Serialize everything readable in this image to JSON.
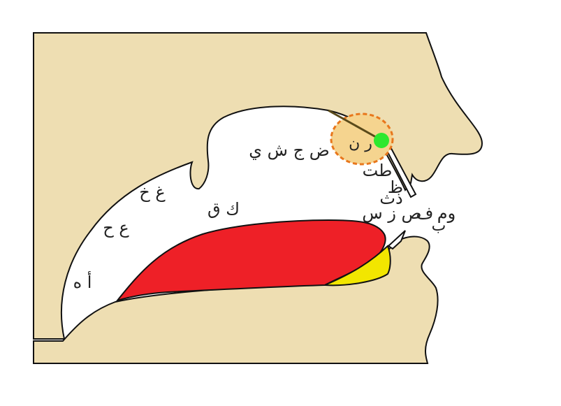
{
  "colors": {
    "skin": "#EEDEB2",
    "tongue": "#EE2027",
    "lip_yellow": "#F2E600",
    "highlight_fill": "#F5D48F",
    "highlight_stroke": "#E8771C",
    "point": "#2EE82E",
    "outline": "#111111",
    "text": "#222222"
  },
  "labels": {
    "glottal": "أ ه",
    "pharyngeal": "ع ح",
    "velar": "غ خ",
    "uvular": "ك ق",
    "palatal": "ض ج ش ي",
    "alveolar": "ر ن",
    "dental_stops": "طت",
    "interdental_top": "ظ",
    "interdental_bottom": "ذث",
    "sibilants": "ص ز س",
    "labiodental": "ف",
    "bilabial_top": "وم",
    "bilabial_bottom": "ب"
  }
}
